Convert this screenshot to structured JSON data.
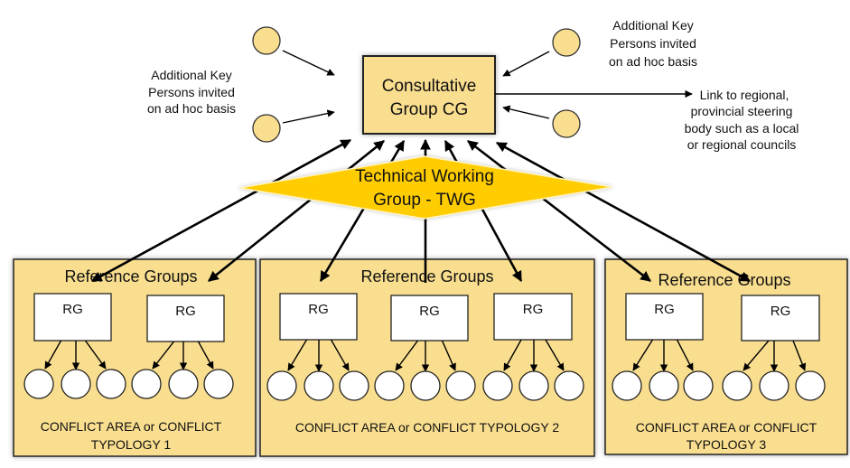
{
  "consultative_group": {
    "lines": [
      "Consultative",
      "Group CG"
    ]
  },
  "technical_working_group": {
    "lines": [
      "Technical Working",
      "Group - TWG"
    ]
  },
  "additional_persons_left": {
    "lines": [
      "Additional Key",
      "Persons invited",
      "on ad hoc basis"
    ]
  },
  "additional_persons_right": {
    "lines": [
      "Additional Key",
      "Persons invited",
      "on ad hoc basis"
    ]
  },
  "external_link": {
    "lines": [
      "Link to regional,",
      "provincial steering",
      "body such as a local",
      "or regional councils"
    ]
  },
  "areas": [
    {
      "title": "Reference Groups",
      "reference_groups": [
        {
          "label": "RG"
        },
        {
          "label": "RG"
        }
      ],
      "caption": [
        "CONFLICT AREA or CONFLICT",
        "TYPOLOGY 1"
      ]
    },
    {
      "title": "Reference Groups",
      "reference_groups": [
        {
          "label": "RG"
        },
        {
          "label": "RG"
        },
        {
          "label": "RG"
        }
      ],
      "caption": [
        "CONFLICT AREA or CONFLICT TYPOLOGY 2"
      ]
    },
    {
      "title": "Reference Groups",
      "reference_groups": [
        {
          "label": "RG"
        },
        {
          "label": "RG"
        }
      ],
      "caption": [
        "CONFLICT AREA or CONFLICT",
        "TYPOLOGY 3"
      ]
    }
  ],
  "colors": {
    "box_fill": "#F9DE8F",
    "diamond_fill": "#FFCC00",
    "rg_fill": "#FFFFFF",
    "stroke": "#000000"
  }
}
